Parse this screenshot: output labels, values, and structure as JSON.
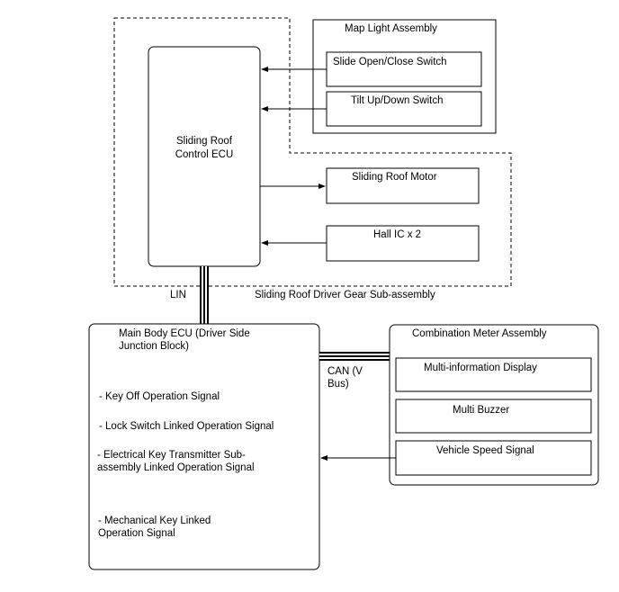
{
  "map_light": {
    "title": "Map Light Assembly",
    "slide_switch": "Slide Open/Close Switch",
    "tilt_switch": "Tilt Up/Down Switch"
  },
  "ecu": {
    "line1": "Sliding Roof",
    "line2": "Control ECU"
  },
  "motor": "Sliding Roof Motor",
  "hall_ic": "Hall IC x 2",
  "driver_gear_label": "Sliding Roof Driver Gear Sub-assembly",
  "lin_label": "LIN",
  "main_body": {
    "title_line1": "Main Body ECU (Driver Side",
    "title_line2": "Junction Block)",
    "signals": {
      "key_off": "- Key Off Operation Signal",
      "lock_switch": "- Lock Switch Linked Operation Signal",
      "elec_key_line1": "- Electrical Key Transmitter Sub-",
      "elec_key_line2": "assembly Linked Operation Signal",
      "mech_key_line1": "- Mechanical Key Linked",
      "mech_key_line2": "Operation Signal"
    }
  },
  "can_label": {
    "line1": "CAN (V",
    "line2": "Bus)"
  },
  "combination_meter": {
    "title": "Combination Meter Assembly",
    "multi_info": "Multi-information Display",
    "multi_buzzer": "Multi Buzzer",
    "vehicle_speed": "Vehicle Speed Signal"
  }
}
